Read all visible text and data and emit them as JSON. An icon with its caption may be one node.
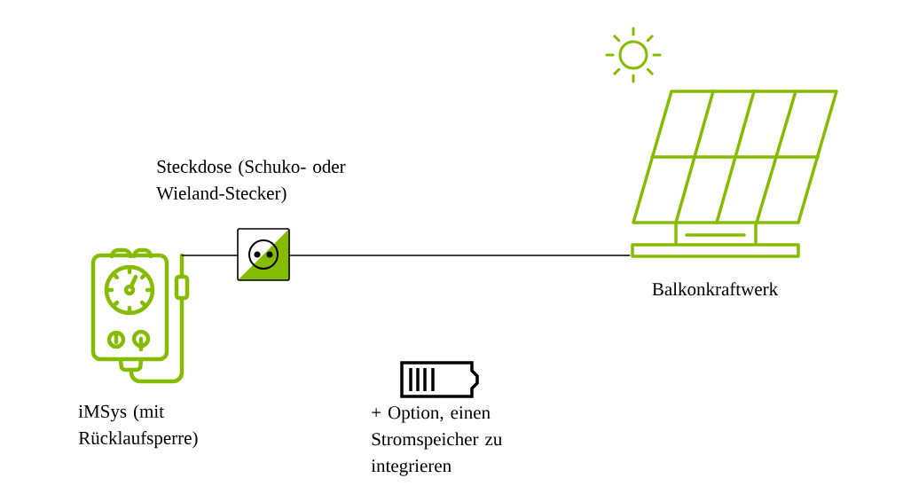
{
  "diagram": {
    "nodes": [
      {
        "text": [],
        "shape": "picture",
        "beside": [
          "iMSys (mit Rücklaufsperre)"
        ]
      },
      {
        "text": [],
        "shape": "picture",
        "beside": [
          "Steckdose (Schuko- oder Wieland-Stecker)"
        ]
      },
      {
        "text": [],
        "shape": "picture",
        "beside": [
          "Balkonkraftwerk"
        ]
      }
    ],
    "edges": [
      {
        "from": 0,
        "to": 1,
        "arrow": "none"
      },
      {
        "from": 1,
        "to": 2,
        "arrow": "none"
      }
    ],
    "labels": [
      "+ Option, einen Stromspeicher zu integrieren"
    ]
  }
}
